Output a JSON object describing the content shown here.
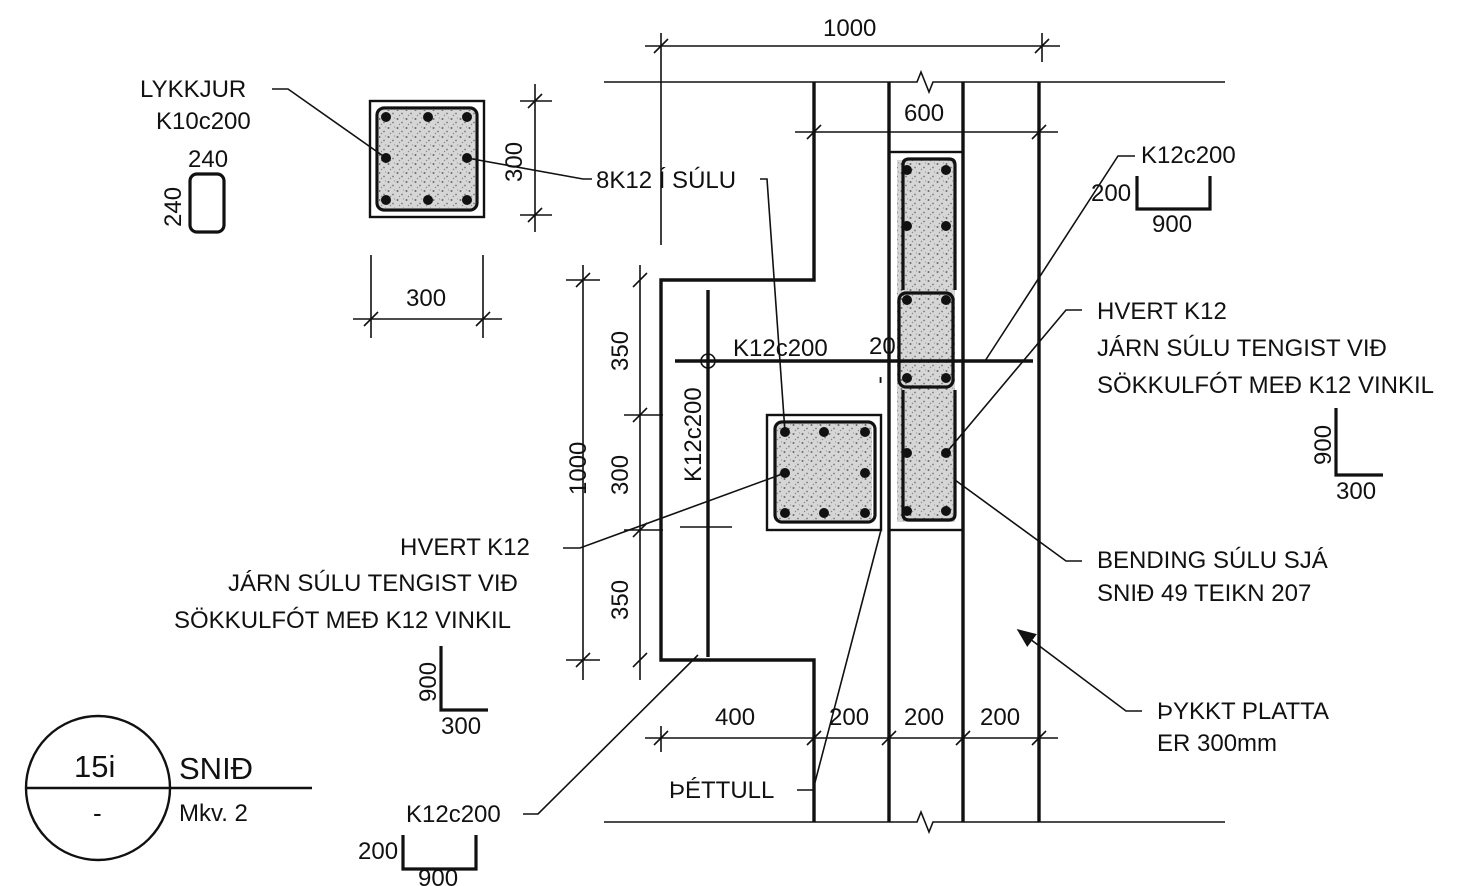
{
  "title_block": {
    "number": "15i",
    "subnumber": "-",
    "title": "SNIÐ",
    "scale": "Mkv. 2"
  },
  "column_section": {
    "stirrups_line1": "LYKKJUR",
    "stirrups_line2": "K10c200",
    "stirrup_shape_w": "240",
    "stirrup_shape_h": "240",
    "size_width": "300",
    "size_height": "300",
    "bars": "8K12 Í SÚLU"
  },
  "section": {
    "dim_total_width": "1000",
    "dim_wall": "600",
    "dim_height_total": "1000",
    "dim_350_top": "350",
    "dim_300": "300",
    "dim_350_bottom": "350",
    "dim_400": "400",
    "dim_200_a": "200",
    "dim_200_b": "200",
    "dim_200_c": "200",
    "small_dim": "20",
    "small_dash": "-",
    "bar_horizontal": "K12c200",
    "bar_vertical": "K12c200",
    "waterstop": "ÞÉTTULL"
  },
  "notes": {
    "right_bar_label": "K12c200",
    "right_bar_leg": "200",
    "right_bar_len": "900",
    "right_note_1": "HVERT K12",
    "right_note_2": "JÁRN SÚLU TENGIST VIÐ",
    "right_note_3": "SÖKKULFÓT MEÐ K12 VINKIL",
    "right_angle_v": "900",
    "right_angle_h": "300",
    "bending_1": "BENDING SÚLU SJÁ",
    "bending_2": "SNIÐ 49 TEIKN 207",
    "slab_1": "ÞYKKT PLATTA",
    "slab_2": "ER 300mm",
    "left_note_1": "HVERT K12",
    "left_note_2": "JÁRN SÚLU TENGIST VIÐ",
    "left_note_3": "SÖKKULFÓT MEÐ K12 VINKIL",
    "left_angle_v": "900",
    "left_angle_h": "300",
    "bottom_bar_label": "K12c200",
    "bottom_bar_leg": "200",
    "bottom_bar_len": "900"
  }
}
